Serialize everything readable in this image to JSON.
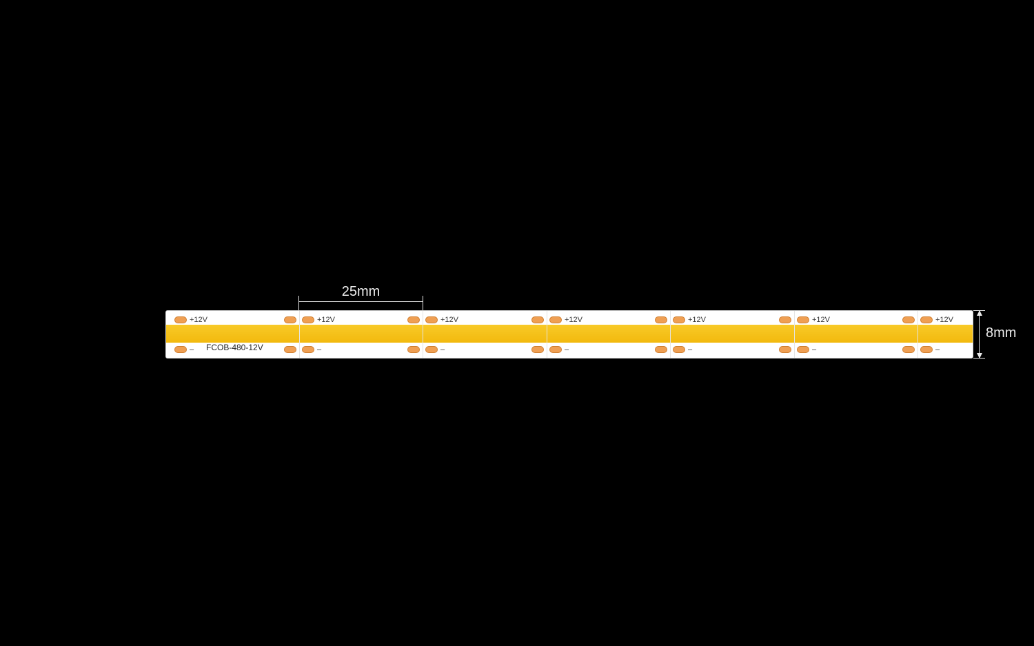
{
  "diagram": {
    "model": "FCOB-480-12V",
    "pitch_label": "25mm",
    "width_label": "8mm",
    "pads": {
      "pos_labels": [
        "+12V",
        "+12V",
        "+12V",
        "+12V",
        "+12V",
        "+12V",
        "+12V"
      ],
      "neg_labels": [
        "–",
        "–",
        "–",
        "–",
        "–",
        "–",
        "–"
      ]
    },
    "colors": {
      "background": "#000000",
      "strip_body": "#ffffff",
      "cob_band": "#f5c018",
      "solder_pad": "#ef9f53",
      "dimension_lines": "#ececec"
    }
  }
}
